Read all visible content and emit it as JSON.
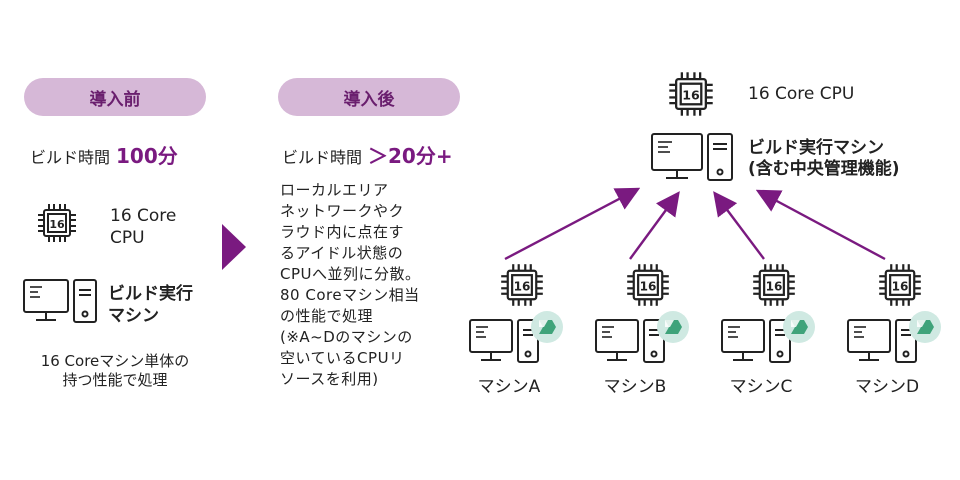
{
  "before": {
    "title": "導入前",
    "build_time_label": "ビルド時間",
    "build_time_value": "100分",
    "cpu_label": "16 Core\nCPU",
    "machine_label": "ビルド実行\nマシン",
    "note": "16 Coreマシン単体の\n持つ性能で処理",
    "cpu_chip_number": "16"
  },
  "after": {
    "title": "導入後",
    "build_time_label": "ビルド時間",
    "build_time_value": "＞20分+",
    "description": "ローカルエリア\nネットワークやク\nラウド内に点在す\nるアイドル状態の\nCPUへ並列に分散。\n80 Coreマシン相当\nの性能で処理\n(※A~Dのマシンの\n空いているCPUリ\nソースを利用)"
  },
  "diagram": {
    "central_cpu_label": "16 Core CPU",
    "central_machine_label": "ビルド実行マシン\n(含む中央管理機能)",
    "cpu_chip_number": "16",
    "machines": [
      {
        "name": "マシンA"
      },
      {
        "name": "マシンB"
      },
      {
        "name": "マシンC"
      },
      {
        "name": "マシンD"
      }
    ]
  },
  "colors": {
    "accent": "#7a1a80",
    "pill_bg": "#d6b8d7",
    "pill_text": "#6a1f6e",
    "arrow": "#7a1a80",
    "badge": "#3fa37a"
  },
  "icons": [
    "cpu-chip-icon",
    "computer-icon",
    "agent-badge-icon",
    "arrow-right-icon"
  ]
}
